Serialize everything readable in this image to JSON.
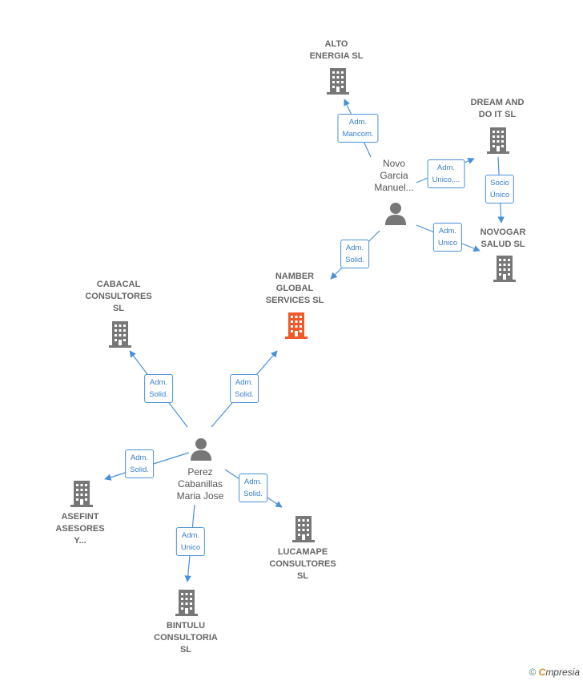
{
  "nodes": {
    "alto": "ALTO\nENERGIA  SL",
    "dream": "DREAM AND\nDO IT  SL",
    "novo": "Novo\nGarcia\nManuel...",
    "novogar": "NOVOGAR\nSALUD SL",
    "namber": "NAMBER\nGLOBAL\nSERVICES  SL",
    "cabacal": "CABACAL\nCONSULTORES\nSL",
    "perez": "Perez\nCabanillas\nMaria Jose",
    "asefint": "ASEFINT\nASESORES\nY...",
    "lucamape": "LUCAMAPE\nCONSULTORES\nSL",
    "bintulu": "BINTULU\nCONSULTORIA\nSL"
  },
  "relations": {
    "novo_alto": "Adm.\nMancom.",
    "novo_dream": "Adm.\nUnico,...",
    "dream_novogar": "Socio\nÚnico",
    "novo_novogar": "Adm.\nUnico",
    "novo_namber": "Adm.\nSolid.",
    "perez_cabacal": "Adm.\nSolid.",
    "perez_namber": "Adm.\nSolid.",
    "perez_asefint": "Adm.\nSolid.",
    "perez_lucamape": "Adm.\nSolid.",
    "perez_bintulu": "Adm.\nUnico"
  },
  "colors": {
    "accent": "#4a90d9",
    "focus": "#f05a28",
    "node": "#777777"
  },
  "footer": {
    "copyright": "©",
    "brand_initial": "C",
    "brand": "mpresia"
  }
}
